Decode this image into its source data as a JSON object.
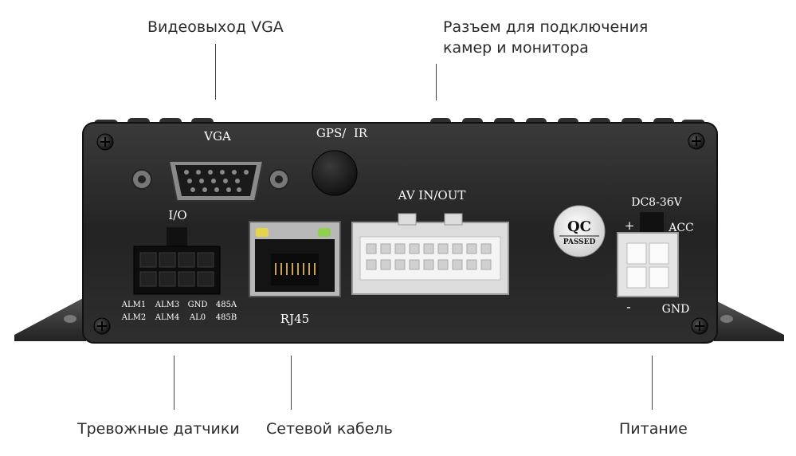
{
  "callouts": {
    "vga_output": "Видеовыход VGA",
    "camera_connector_line1": "Разъем для подключения",
    "camera_connector_line2": "камер и монитора",
    "alarm_sensors": "Тревожные датчики",
    "network_cable": "Сетевой кабель",
    "power": "Питание"
  },
  "panel_labels": {
    "vga": "VGA",
    "gps_ir": "GPS/  IR",
    "io": "I/O",
    "rj45": "RJ45",
    "av_in_out": "AV IN/OUT",
    "dc_range": "DC8-36V",
    "plus": "+",
    "acc": "ACC",
    "minus": "-",
    "gnd": "GND",
    "qc_top": "QC",
    "qc_bottom": "PASSED",
    "io_pins": {
      "alm1": "ALM1",
      "alm3": "ALM3",
      "gnd": "GND",
      "p485a": "485A",
      "alm2": "ALM2",
      "alm4": "ALM4",
      "al0": "AL0",
      "p485b": "485B"
    }
  },
  "colors": {
    "body": "#2a2a2a",
    "panel": "#1d1d1d",
    "connector_white": "#e8e8e8",
    "led_green": "#8fd14f",
    "led_yellow": "#e6d44a"
  }
}
